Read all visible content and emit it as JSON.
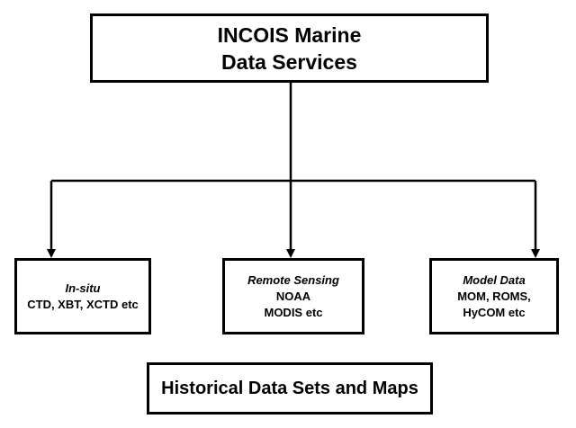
{
  "top": {
    "line1": "INCOIS Marine",
    "line2": "Data Services"
  },
  "children": [
    {
      "heading": "In-situ",
      "lines": [
        "CTD, XBT, XCTD etc"
      ]
    },
    {
      "heading": "Remote Sensing",
      "lines": [
        "NOAA",
        "MODIS etc"
      ]
    },
    {
      "heading": "Model Data",
      "lines": [
        "MOM, ROMS,",
        "HyCOM etc"
      ]
    }
  ],
  "bottom": {
    "label": "Historical Data Sets and Maps"
  }
}
